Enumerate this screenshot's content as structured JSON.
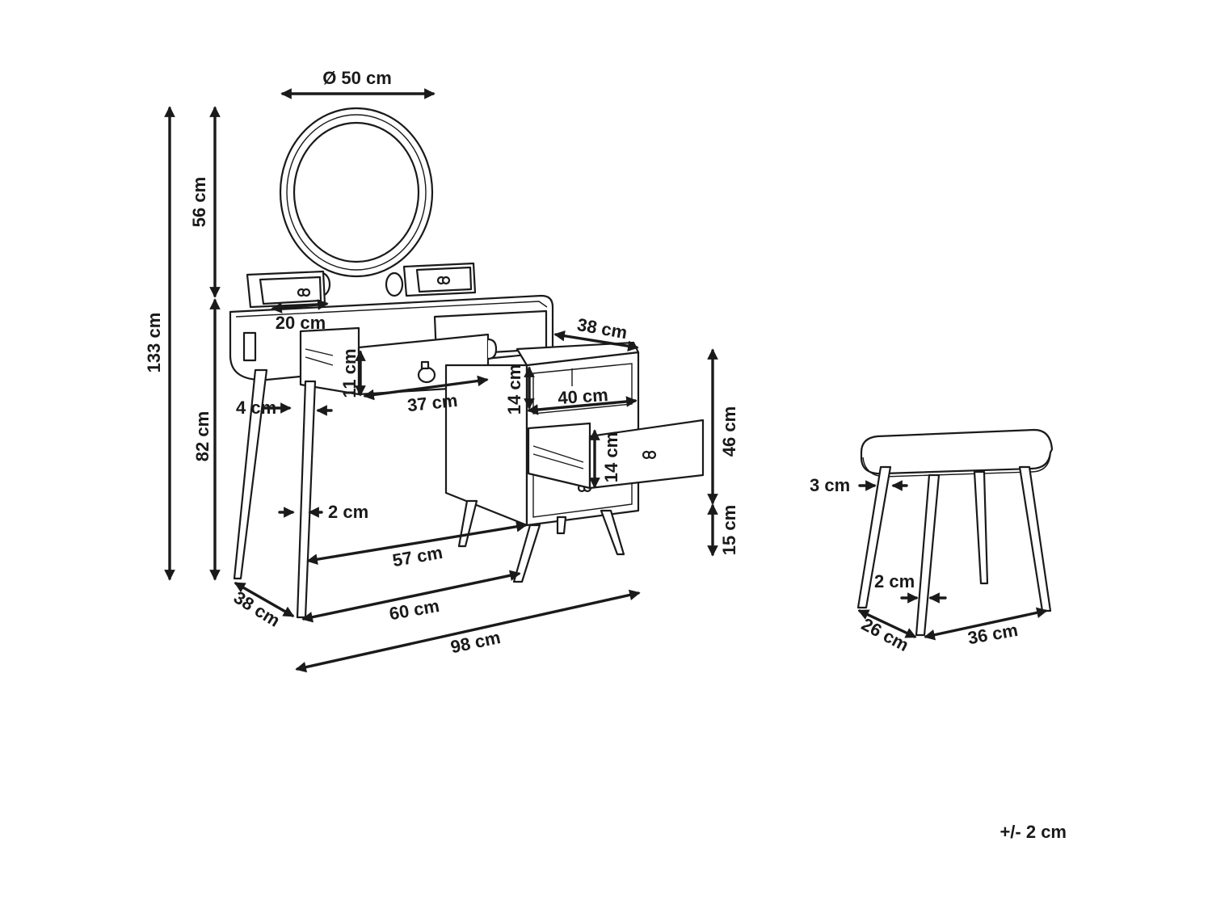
{
  "colors": {
    "ink": "#1a1a1a",
    "background": "#ffffff"
  },
  "labels": {
    "mirror_diameter": "Ø 50 cm",
    "total_height": "133 cm",
    "mirror_height": "56 cm",
    "table_height": "82 cm",
    "small_drawer_width": "20 cm",
    "drawer_height": "11 cm",
    "drawer_width": "37 cm",
    "cabinet_depth": "38 cm",
    "shelf_height": "14 cm",
    "shelf_width": "40 cm",
    "cabinet_drawer_height": "14 cm",
    "cabinet_height": "46 cm",
    "cabinet_leg_height": "15 cm",
    "leg_top": "4 cm",
    "leg_bottom": "2 cm",
    "inner_width": "57 cm",
    "table_width": "60 cm",
    "table_depth": "38 cm",
    "total_width": "98 cm",
    "stool_leg_top": "3 cm",
    "stool_leg_bottom": "2 cm",
    "stool_depth": "26 cm",
    "stool_width": "36 cm",
    "tolerance": "+/- 2 cm"
  }
}
